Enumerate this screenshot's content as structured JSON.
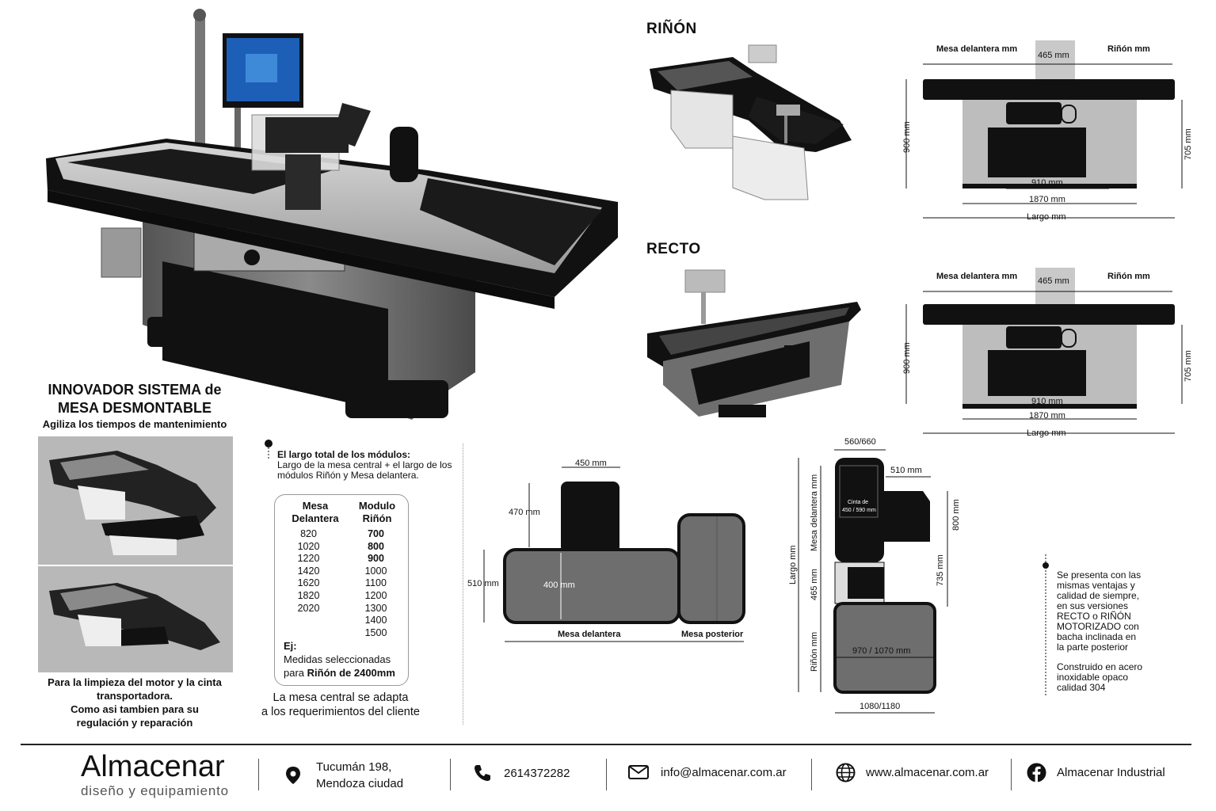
{
  "sections": {
    "rinon": "RIÑÓN",
    "recto": "RECTO"
  },
  "intro": {
    "title_line1": "INNOVADOR SISTEMA de",
    "title_line2": "MESA DESMONTABLE",
    "subtitle": "Agiliza los tiempos de mantenimiento",
    "caption_line1": "Para la limpieza del motor y la cinta",
    "caption_line2": "transportadora.",
    "caption_line3": "Como asi tambien para su",
    "caption_line4": "regulación y reparación"
  },
  "modules": {
    "heading": "El largo total de los módulos:",
    "desc_line1": "Largo de la mesa central + el largo de los",
    "desc_line2": "módulos Riñón y Mesa delantera.",
    "col1_header_line1": "Mesa",
    "col1_header_line2": "Delantera",
    "col2_header_line1": "Modulo",
    "col2_header_line2": "Riñón",
    "rows": [
      [
        "820",
        "700"
      ],
      [
        "1020",
        "800"
      ],
      [
        "1220",
        "900"
      ],
      [
        "1420",
        "1000"
      ],
      [
        "1620",
        "1100"
      ],
      [
        "1820",
        "1200"
      ],
      [
        "2020",
        "1300"
      ],
      [
        "",
        "1400"
      ],
      [
        "",
        "1500"
      ]
    ],
    "ej_label": "Ej:",
    "ej_line1": "Medidas seleccionadas",
    "ej_line2_prefix": "para ",
    "ej_line2_bold": "Riñón de 2400mm",
    "adapt_line1": "La mesa central se adapta",
    "adapt_line2": "a los requerimientos del cliente"
  },
  "front_view": {
    "mesa_delantera_mm": "Mesa delantera mm",
    "rinon_mm": "Riñón mm",
    "w465": "465 mm",
    "h900": "900 mm",
    "h705": "705 mm",
    "w910": "910 mm",
    "w1870": "1870 mm",
    "largo": "Largo mm"
  },
  "plan1": {
    "w450": "450 mm",
    "h470": "470 mm",
    "h510": "510 mm",
    "h400": "400 mm",
    "mesa_delantera": "Mesa delantera",
    "mesa_posterior": "Mesa posterior"
  },
  "plan2": {
    "w560": "560/660",
    "w510": "510 mm",
    "h800": "800 mm",
    "h735": "735 mm",
    "largo": "Largo mm",
    "mesa_del": "Mesa delantera mm",
    "h465": "465 mm",
    "rinon": "Riñón mm",
    "cinta_line1": "Cinta de",
    "cinta_line2": "450 / 590 mm",
    "w970": "970 / 1070 mm",
    "w1080": "1080/1180"
  },
  "right_note": {
    "p1_line1": "Se presenta con las",
    "p1_line2": "mismas ventajas y",
    "p1_line3": "calidad de siempre,",
    "p1_line4": "en sus versiones",
    "p1_line5": "RECTO o RIÑÓN",
    "p1_line6": "MOTORIZADO con",
    "p1_line7": "bacha inclinada en",
    "p1_line8": "la parte posterior",
    "p2_line1": "Construido en acero",
    "p2_line2": "inoxidable opaco",
    "p2_line3": "calidad 304"
  },
  "footer": {
    "brand": "Almacenar",
    "tagline": "diseño y equipamiento",
    "address_line1": "Tucumán 198,",
    "address_line2": "Mendoza ciudad",
    "phone": "2614372282",
    "email": "info@almacenar.com.ar",
    "web": "www.almacenar.com.ar",
    "facebook": "Almacenar Industrial"
  },
  "icons": [
    "location-pin-icon",
    "phone-icon",
    "envelope-icon",
    "globe-icon",
    "facebook-icon"
  ]
}
